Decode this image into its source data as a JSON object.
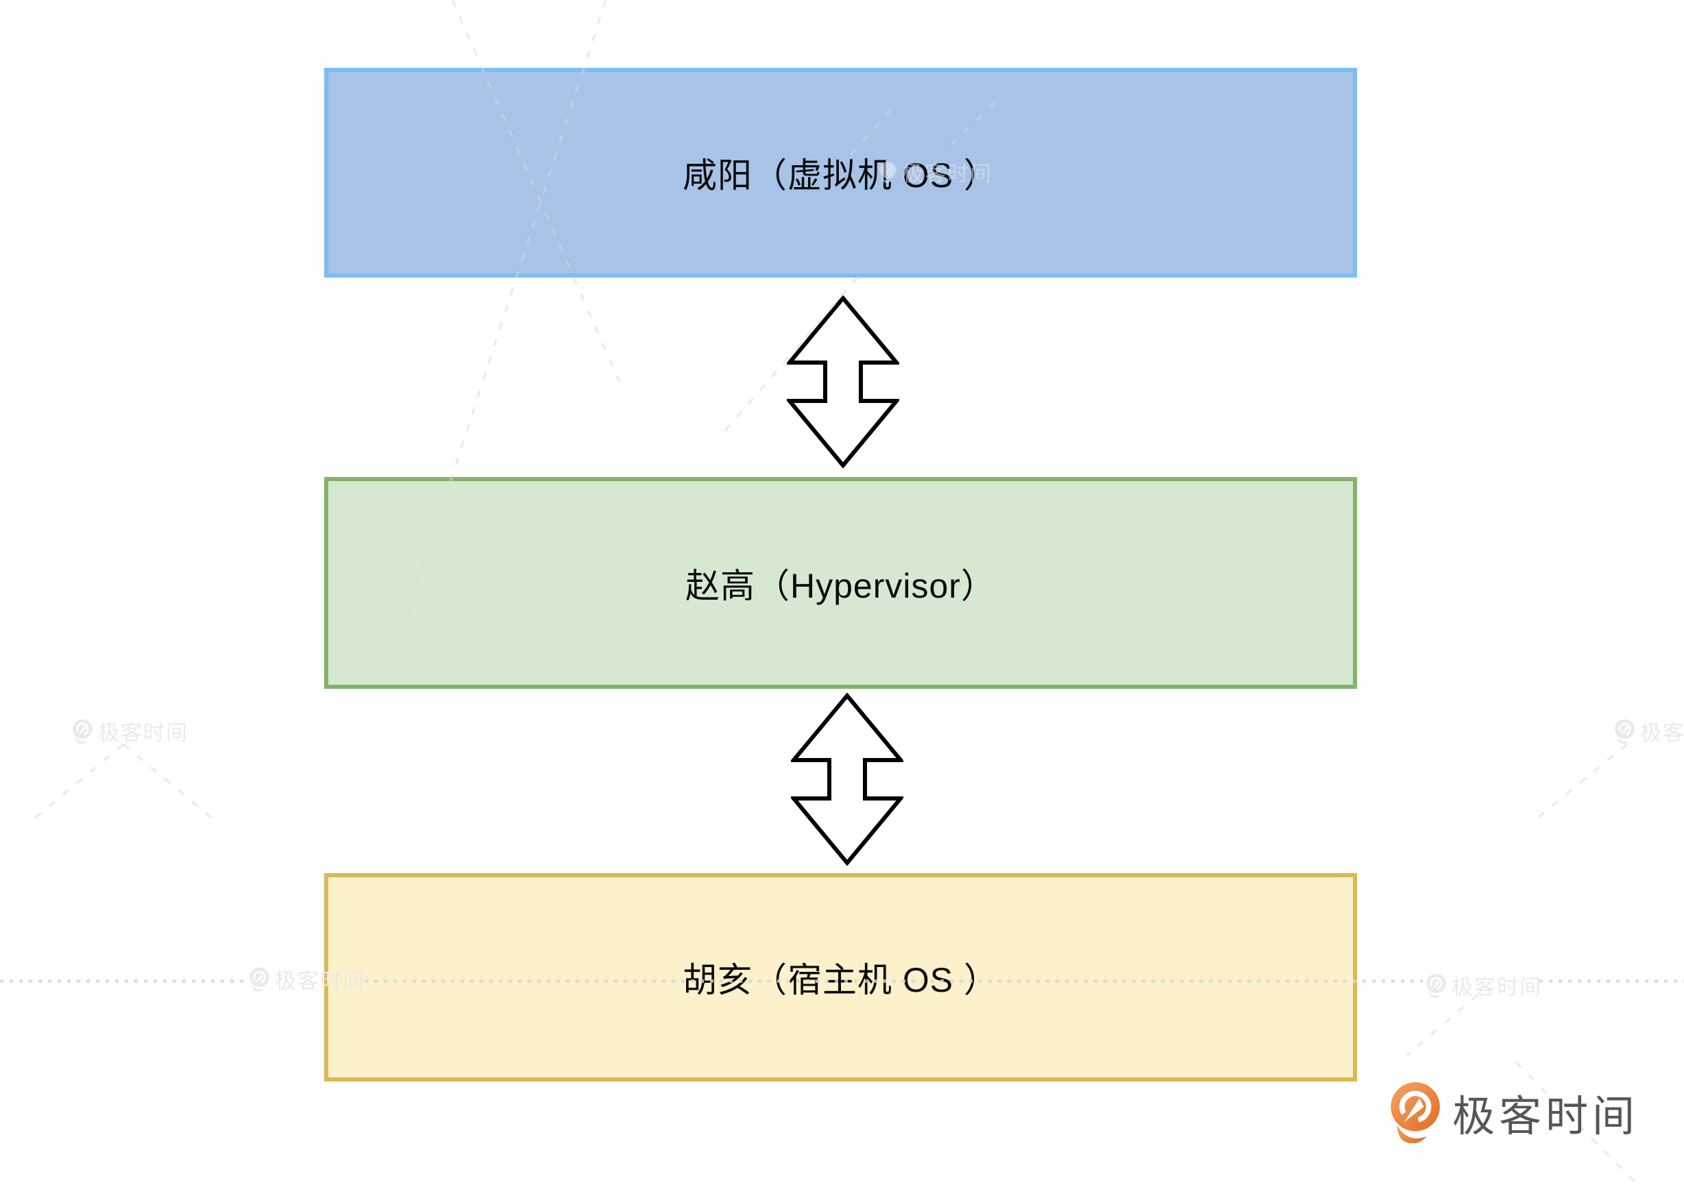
{
  "diagram": {
    "title": "Hypervisor layered architecture metaphor",
    "layers": [
      {
        "name": "vm-os",
        "label": "咸阳（虚拟机 OS ）",
        "fill": "#A7C3E8",
        "border": "#7CBDF2"
      },
      {
        "name": "hypervisor",
        "label": "赵高（Hypervisor）",
        "fill": "#D6E8D2",
        "border": "#83B469"
      },
      {
        "name": "host-os",
        "label": "胡亥（宿主机 OS ）",
        "fill": "#FCF1CB",
        "border": "#D8B955"
      }
    ],
    "arrows": [
      {
        "name": "vm-hypervisor-link",
        "type": "double-headed-vertical",
        "stroke": "#000000",
        "fill": "#ffffff"
      },
      {
        "name": "hypervisor-host-link",
        "type": "double-headed-vertical",
        "stroke": "#000000",
        "fill": "#ffffff"
      }
    ],
    "text_color": "#0B0B0B"
  },
  "branding": {
    "logo_text": "极客时间",
    "text_color": "#55565A",
    "icon_orange_start": "#F4A367",
    "icon_orange_end": "#E06E22"
  },
  "watermark": {
    "text": "极客时间",
    "color": "#E9E9EC"
  }
}
